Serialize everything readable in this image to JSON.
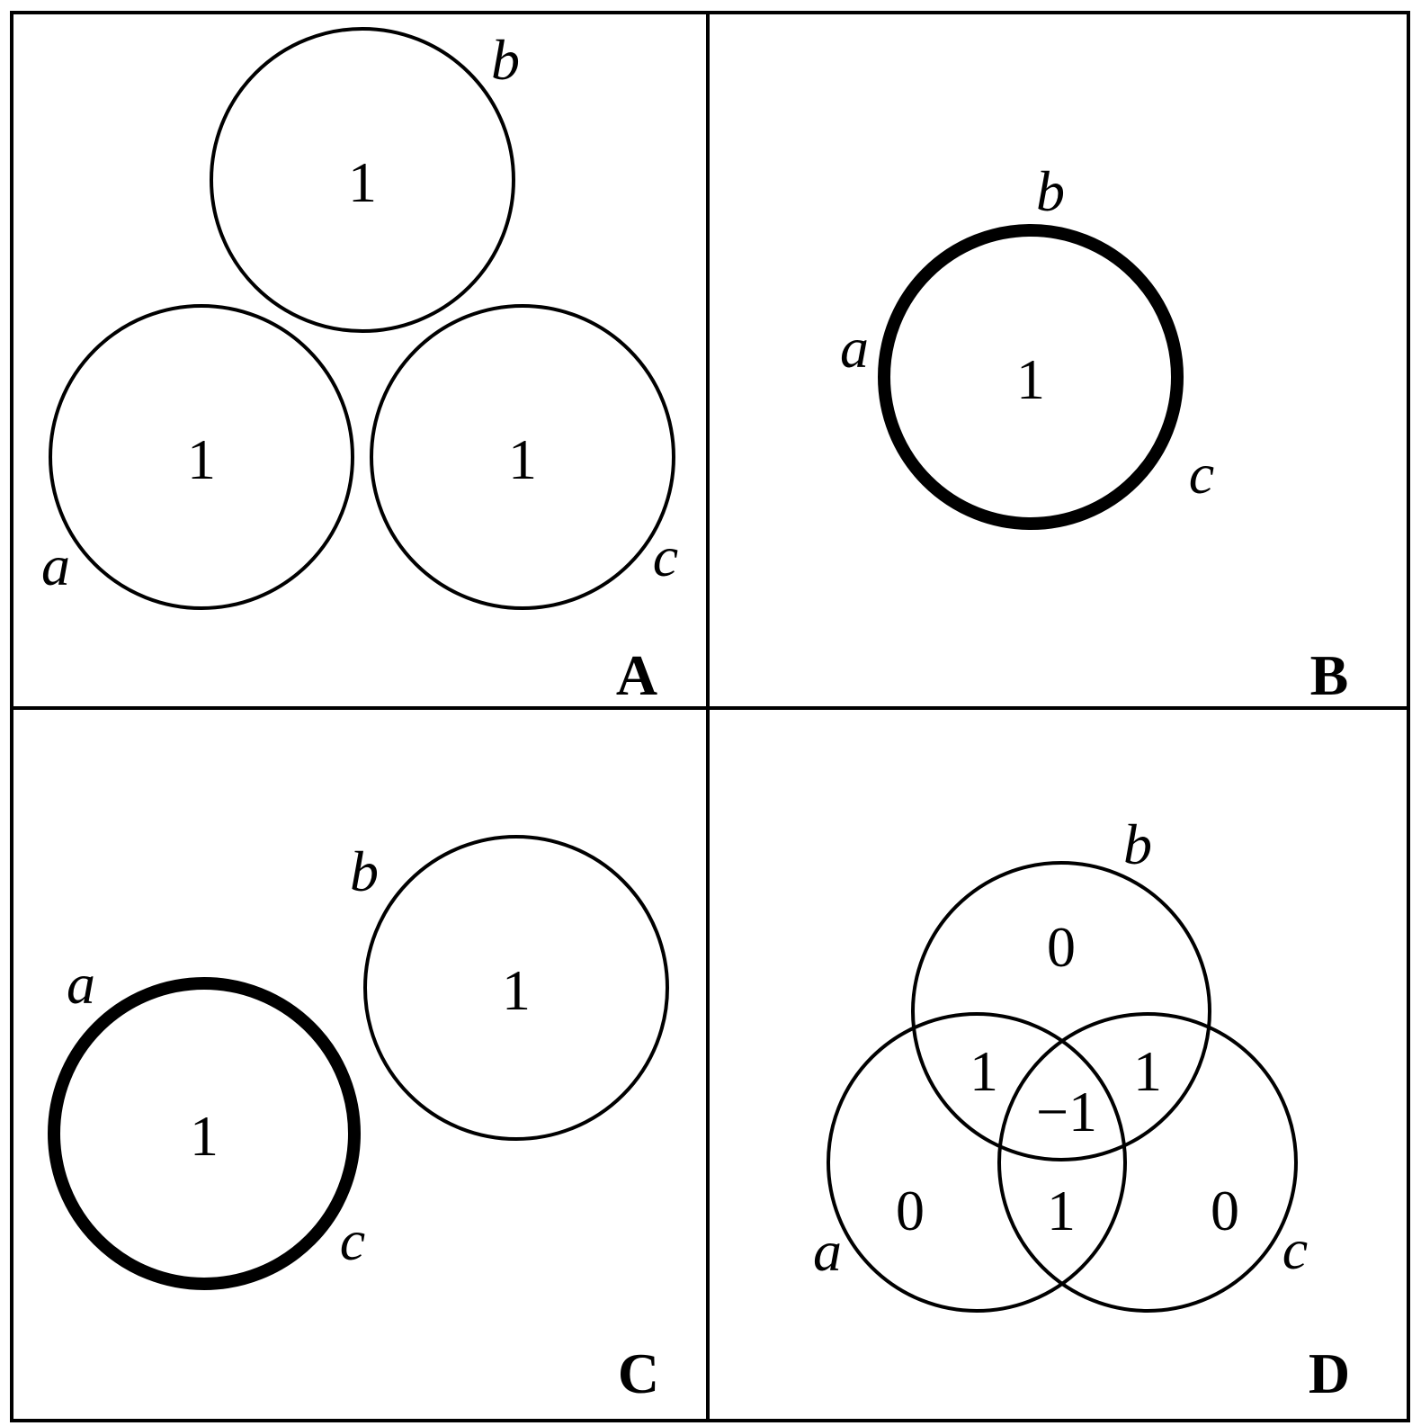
{
  "panels": {
    "A": {
      "label": "A",
      "sets": {
        "a": "a",
        "b": "b",
        "c": "c"
      },
      "values": {
        "a": "1",
        "b": "1",
        "c": "1"
      }
    },
    "B": {
      "label": "B",
      "sets": {
        "a": "a",
        "b": "b",
        "c": "c"
      },
      "values": {
        "abc": "1"
      }
    },
    "C": {
      "label": "C",
      "sets": {
        "a": "a",
        "b": "b",
        "c": "c"
      },
      "values": {
        "ac": "1",
        "b": "1"
      }
    },
    "D": {
      "label": "D",
      "sets": {
        "a": "a",
        "b": "b",
        "c": "c"
      },
      "values": {
        "b_only": "0",
        "a_only": "0",
        "c_only": "0",
        "ab": "1",
        "bc": "1",
        "ac": "1",
        "abc": "−1"
      }
    }
  },
  "colors": {
    "ink": "#000000",
    "background": "#ffffff"
  }
}
